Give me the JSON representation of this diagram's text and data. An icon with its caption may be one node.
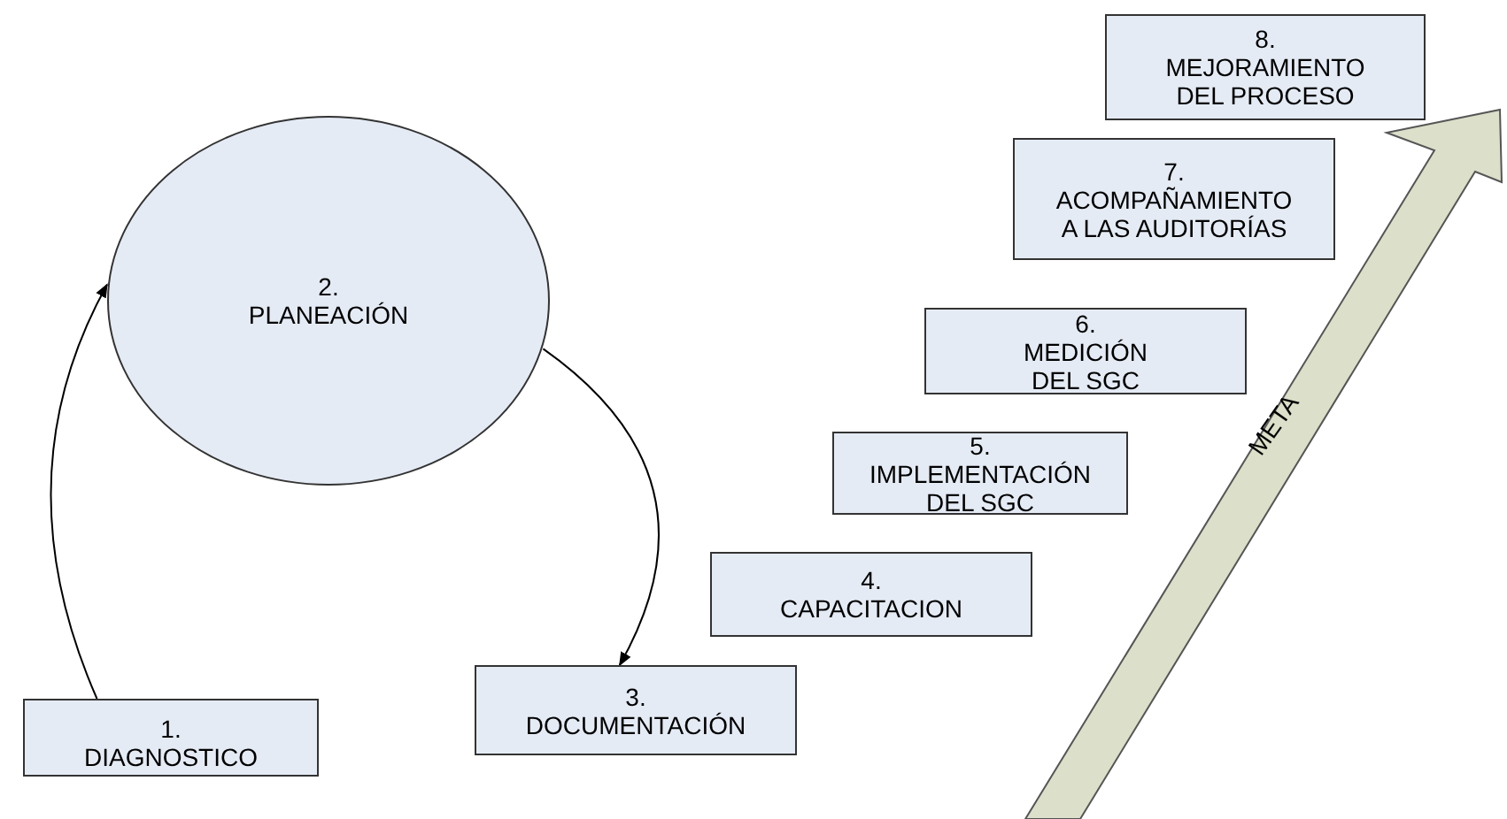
{
  "diagram": {
    "nodes": [
      {
        "text": [
          "1.",
          "DIAGNOSTICO"
        ]
      },
      {
        "text": [
          "2.",
          "PLANEACIÓN"
        ]
      },
      {
        "text": [
          "3.",
          "DOCUMENTACIÓN"
        ]
      },
      {
        "text": [
          "4.",
          "CAPACITACION"
        ]
      },
      {
        "text": [
          "5.",
          "IMPLEMENTACIÓN DEL SGC"
        ]
      },
      {
        "text": [
          "6.",
          "MEDICIÓN DEL SGC"
        ]
      },
      {
        "text": [
          "7.",
          "ACOMPAÑAMIENTO A LAS AUDITORÍAS"
        ]
      },
      {
        "text": [
          "8.",
          "MEJORAMIENTO DEL PROCESO"
        ]
      },
      {
        "text": [
          "META"
        ]
      }
    ],
    "edges": [
      {
        "from": 0,
        "to": 1,
        "arrow": "to"
      },
      {
        "from": 1,
        "to": 2,
        "arrow": "to"
      }
    ]
  }
}
